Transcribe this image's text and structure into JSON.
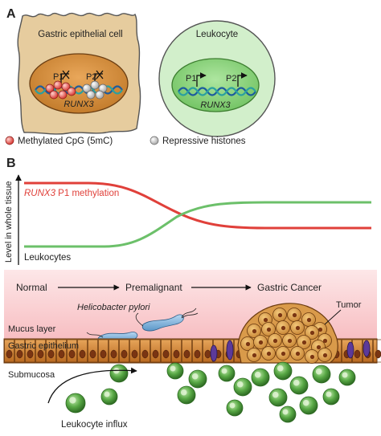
{
  "panelA": {
    "label": "A",
    "gastric_cell_title": "Gastric epithelial cell",
    "leukocyte_title": "Leukocyte",
    "promoter1": "P1",
    "promoter2": "P2",
    "gene": "RUNX3",
    "legend": {
      "methylated": "Methylated CpG (5mC)",
      "histones": "Repressive histones"
    }
  },
  "panelB": {
    "label": "B",
    "y_axis_label": "Level in whole tissue",
    "series_methylation_gene": "RUNX3",
    "series_methylation_rest": " P1 methylation",
    "series_leukocytes": "Leukocytes",
    "stages": [
      "Normal",
      "Premalignant",
      "Gastric Cancer"
    ],
    "bacteria_label": "Helicobacter pylori",
    "tumor_label": "Tumor",
    "mucus_label": "Mucus layer",
    "epithelium_label": "Gastric epithelium",
    "submucosa_label": "Submucosa",
    "influx_label": "Leukocyte influx"
  },
  "colors": {
    "methylation_line": "#e0403a",
    "leukocyte_line": "#6cc06a",
    "gastric_cell_fill": "#e6cc9e",
    "leukocyte_cell_fill": "#cfeec8",
    "mucus_band": "#f9c9cc",
    "epithelium": "#c4752a",
    "leukocyte_ball": "#4f9d3c"
  }
}
